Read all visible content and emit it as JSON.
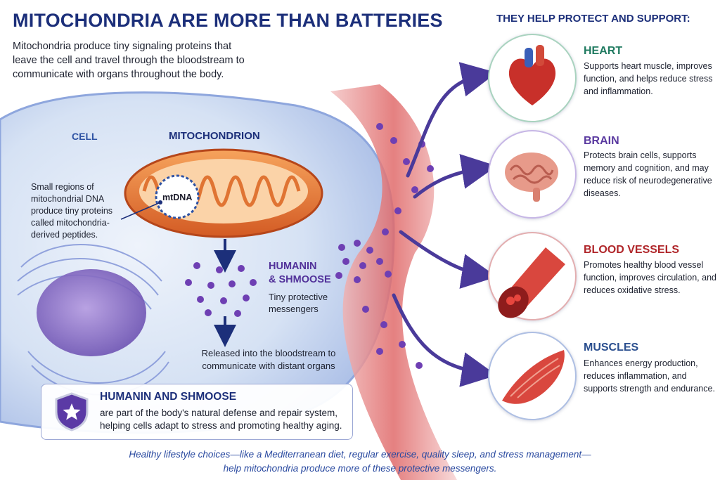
{
  "title": "MITOCHONDRIA ARE MORE THAN BATTERIES",
  "intro": "Mitochondria produce tiny signaling proteins that leave the cell and travel through the bloodstream to communicate with organs throughout the body.",
  "labels": {
    "cell": "CELL",
    "mitochondrion": "MITOCHONDRION",
    "mtdna": "mtDNA",
    "side_note": "Small regions of mitochondrial DNA produce tiny proteins called mitochondria-derived peptides.",
    "peptides_title_line1": "HUMANIN",
    "peptides_title_line2": "& SHMOOSE",
    "peptides_sub": "Tiny protective messengers",
    "released": "Released into the bloodstream to communicate with distant organs"
  },
  "info_box": {
    "title": "HUMANIN AND SHMOOSE",
    "text": "are part of the body's natural defense and repair system, helping cells adapt to stress and promoting healthy aging.",
    "icon": "star-shield-icon"
  },
  "right_heading": "THEY HELP PROTECT AND SUPPORT:",
  "organs": [
    {
      "name": "HEART",
      "color": "#1f7a60",
      "text": "Supports heart muscle, improves function, and helps reduce stress and inflammation.",
      "icon": "heart-icon"
    },
    {
      "name": "BRAIN",
      "color": "#5a3aa0",
      "text": "Protects brain cells, supports memory and cognition, and may reduce risk of neurodegenerative diseases.",
      "icon": "brain-icon"
    },
    {
      "name": "BLOOD VESSELS",
      "color": "#b0262a",
      "text": "Promotes healthy blood vessel function, improves circulation, and reduces oxidative stress.",
      "icon": "blood-vessel-icon"
    },
    {
      "name": "MUSCLES",
      "color": "#2b4f8f",
      "text": "Enhances energy production, reduces inflammation, and supports strength and endurance.",
      "icon": "muscle-icon"
    }
  ],
  "footer_line1": "Healthy lifestyle choices—like a Mediterranean diet, regular exercise, quality sleep, and stress management—",
  "footer_line2": "help mitochondria produce more of these protective messengers."
}
